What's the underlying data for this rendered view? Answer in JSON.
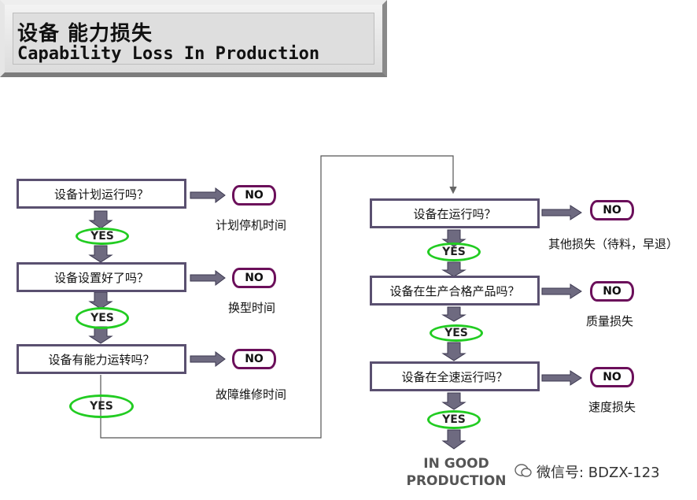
{
  "title": {
    "cn": "设备 能力损失",
    "en": "Capability Loss In Production"
  },
  "left_column": [
    {
      "question": "设备计划运行吗？",
      "no": "NO",
      "loss": "计划停机时间",
      "yes": "YES"
    },
    {
      "question": "设备设置好了吗？",
      "no": "NO",
      "loss": "换型时间",
      "yes": "YES"
    },
    {
      "question": "设备有能力运转吗？",
      "no": "NO",
      "loss": "故障维修时间",
      "yes": "YES"
    }
  ],
  "right_column": [
    {
      "question": "设备在运行吗？",
      "no": "NO",
      "loss": "其他损失（待料，早退）",
      "yes": "YES"
    },
    {
      "question": "设备在生产合格产品吗？",
      "no": "NO",
      "loss": "质量损失",
      "yes": "YES"
    },
    {
      "question": "设备在全速运行吗？",
      "no": "NO",
      "loss": "速度损失",
      "yes": "YES"
    }
  ],
  "final": {
    "line1": "IN GOOD",
    "line2": "PRODUCTION"
  },
  "watermark": "微信号: BDZX-123",
  "colors": {
    "box_border": "#5a5070",
    "no_border": "#6b0f5a",
    "yes_border": "#22cc22",
    "arrow_fill": "#6e6a80"
  }
}
